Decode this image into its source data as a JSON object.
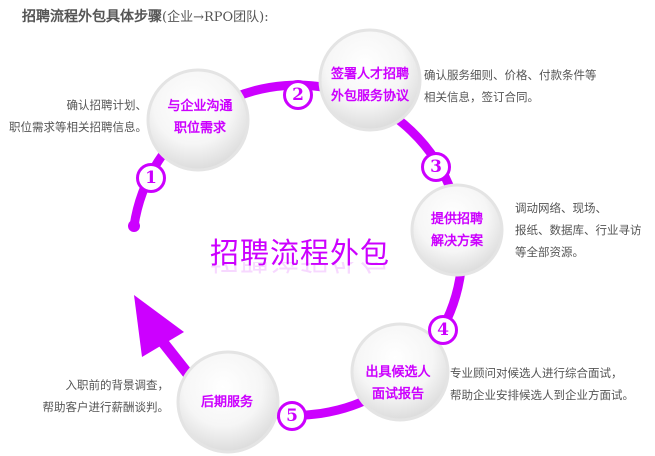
{
  "title": {
    "main": "招聘流程外包具体步骤",
    "sub": "(企业→RPO团队):"
  },
  "center_title": "招聘流程外包",
  "accent_color": "#cc00ff",
  "steps": [
    {
      "number": "1",
      "label_line1": "与企业沟通",
      "label_line2": "职位需求",
      "desc_line1": "确认招聘计划、",
      "desc_line2": "职位需求等相关招聘信息。"
    },
    {
      "number": "2",
      "label_line1": "签署人才招聘",
      "label_line2": "外包服务协议",
      "desc_line1": "确认服务细则、价格、付款条件等",
      "desc_line2": "相关信息，签订合同。"
    },
    {
      "number": "3",
      "label_line1": "提供招聘",
      "label_line2": "解决方案",
      "desc_line1": "调动网络、现场、",
      "desc_line2": "报纸、数据库、行业寻访",
      "desc_line3": "等全部资源。"
    },
    {
      "number": "4",
      "label_line1": "出具候选人",
      "label_line2": "面试报告",
      "desc_line1": "专业顾问对候选人进行综合面试，",
      "desc_line2": "帮助企业安排候选人到企业方面试。"
    },
    {
      "number": "5",
      "label_line1": "后期服务",
      "desc_line1": "入职前的背景调查，",
      "desc_line2": "帮助客户进行薪酬谈判。"
    }
  ]
}
